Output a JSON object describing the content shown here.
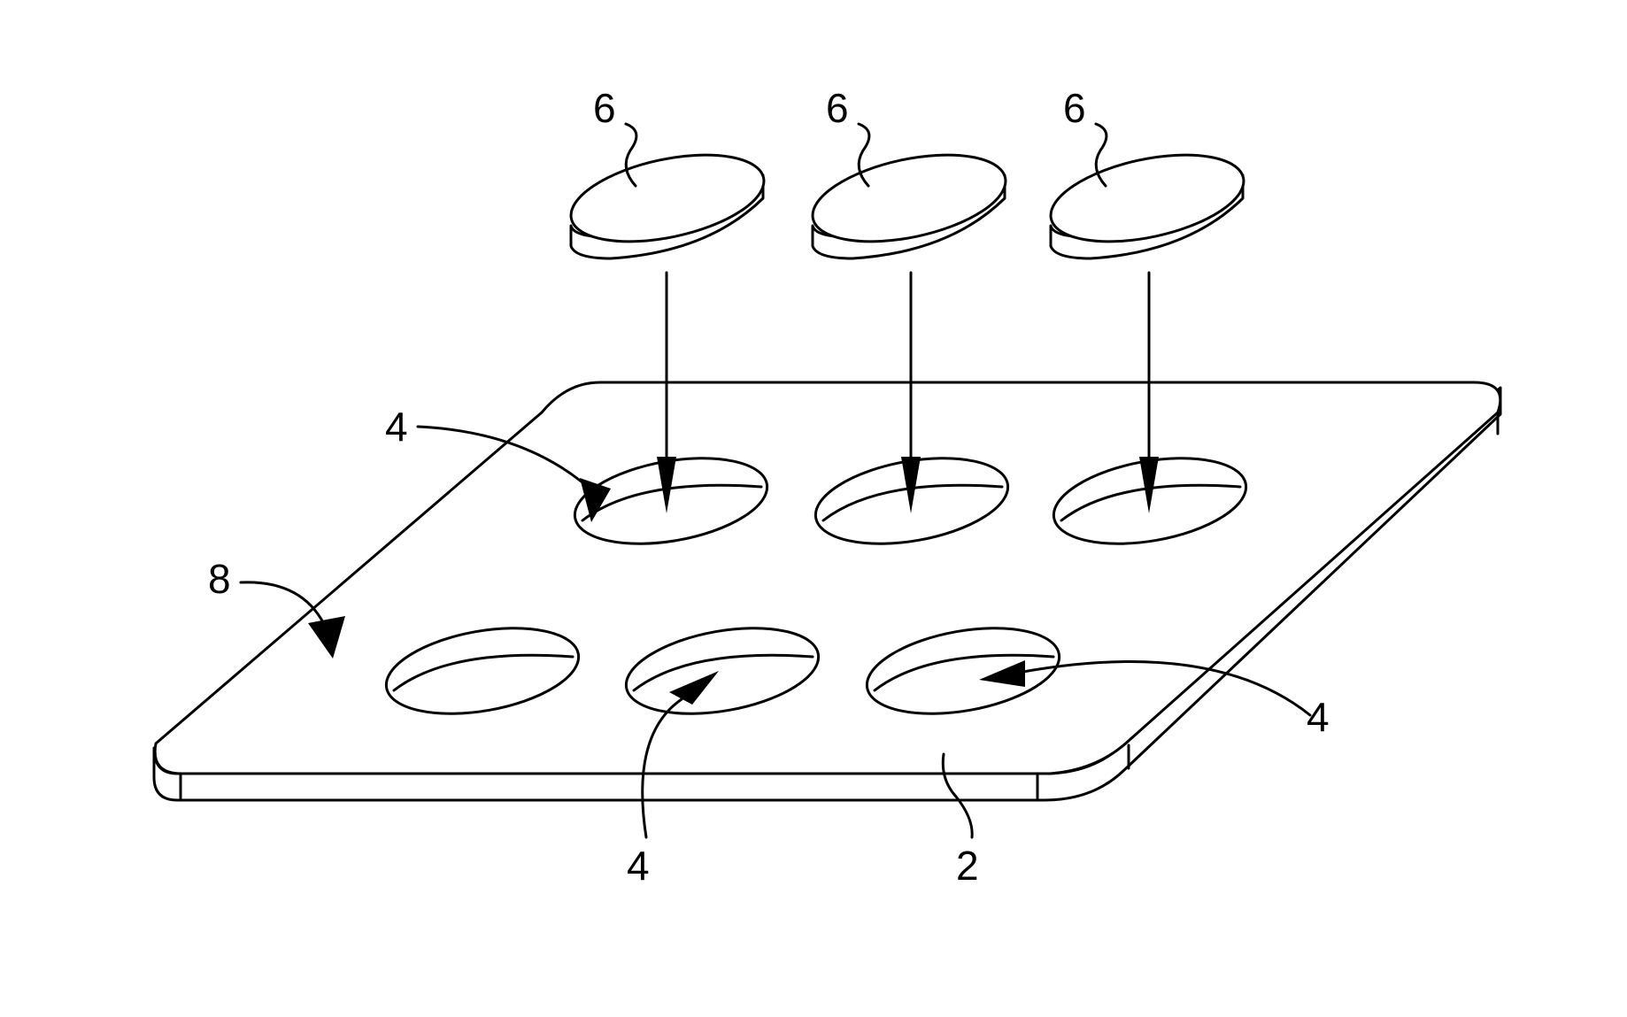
{
  "labels": {
    "plate": "2",
    "recess_top_left": "4",
    "recess_bottom_right": "4",
    "recess_bottom_middle": "4",
    "plate_surface": "8",
    "tablet_1": "6",
    "tablet_2": "6",
    "tablet_3": "6"
  }
}
